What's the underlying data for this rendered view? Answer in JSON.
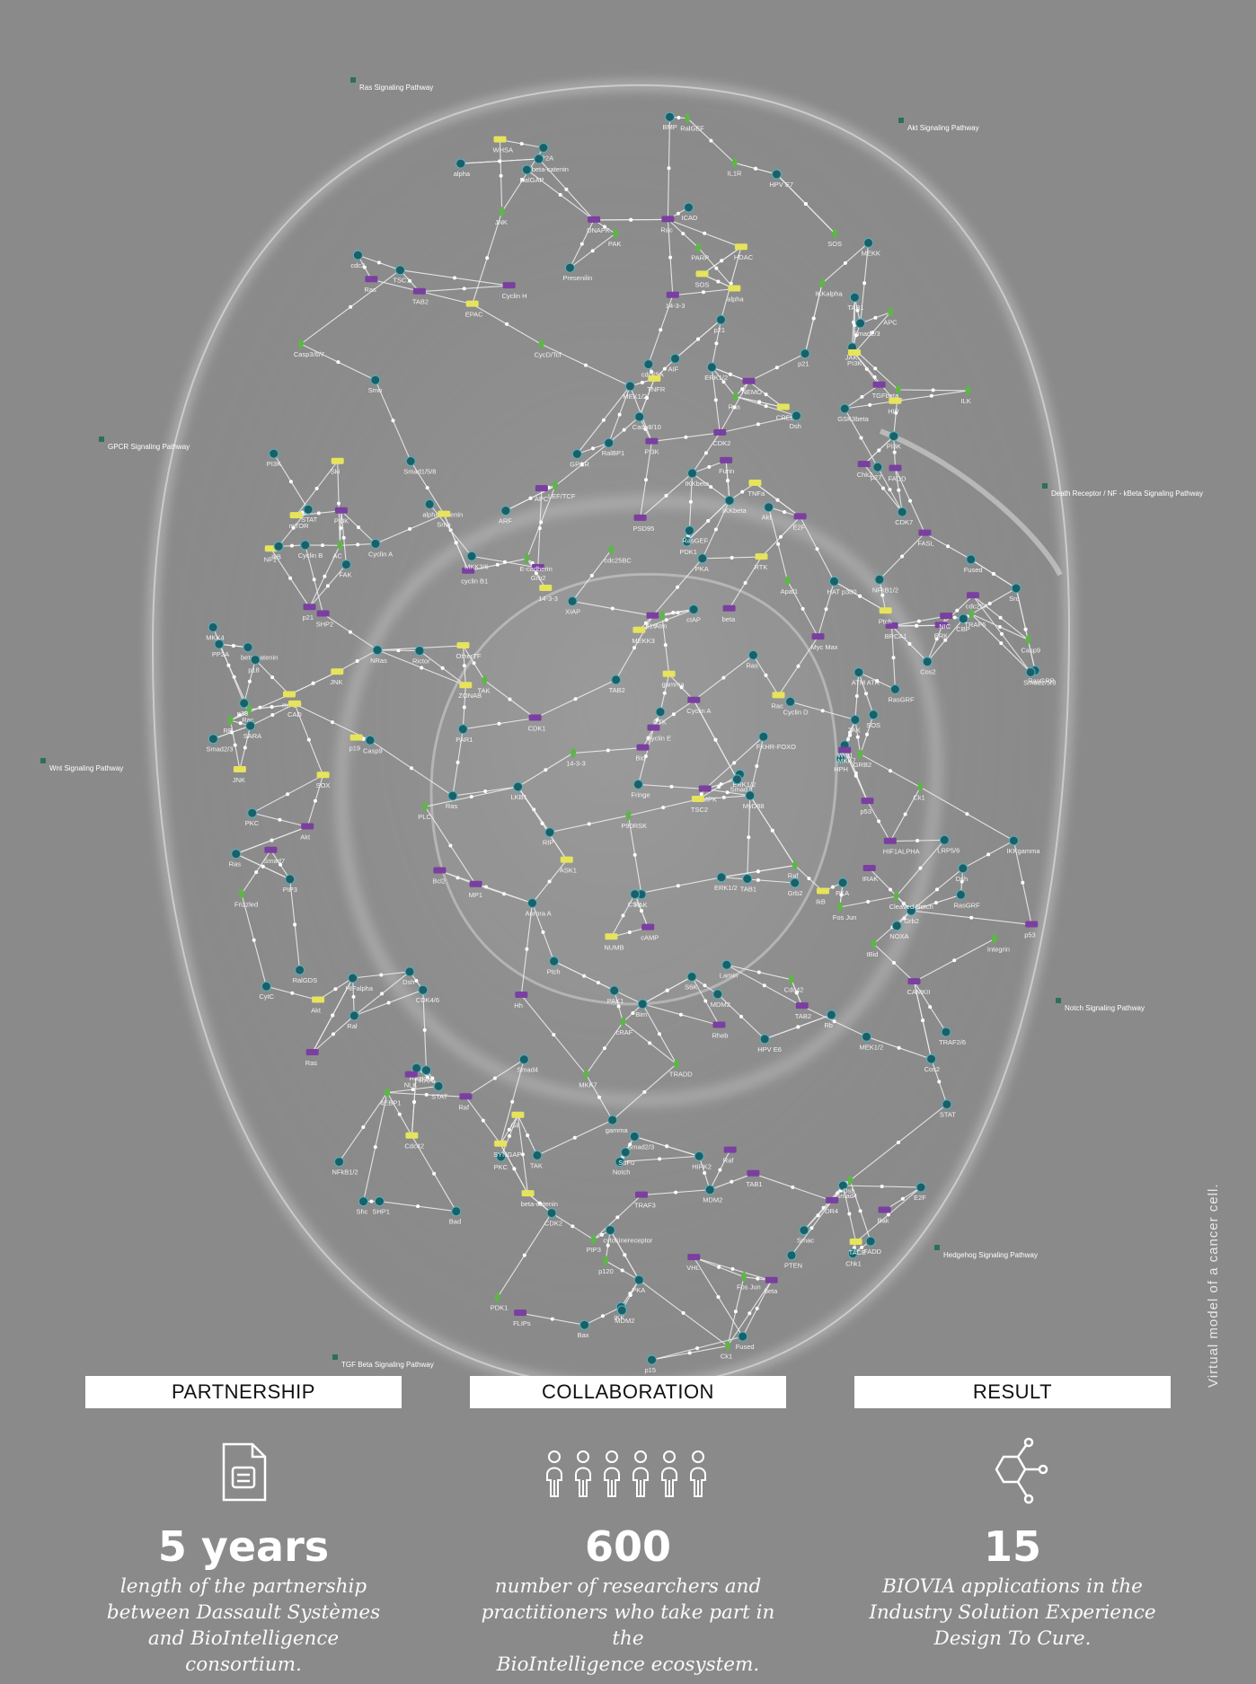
{
  "figure": {
    "pathway_labels": [
      "Ras Signaling Pathway",
      "Akt Signaling Pathway",
      "GPCR Signaling Pathway",
      "Wnt Signaling Pathway",
      "Notch Signaling Pathway",
      "Hedgehog Signaling Pathway",
      "TGF Beta Signaling Pathway",
      "Death Receptor / NF - kBeta Signaling Pathway"
    ],
    "node_labels": [
      "Integrin",
      "SOS",
      "Grb2",
      "FAK",
      "PI3K",
      "ILK",
      "RasGRF",
      "cytokinereceptor",
      "Rac",
      "SHP1",
      "JAK",
      "STAT",
      "STAT",
      "SHP2",
      "Grb2",
      "SOS",
      "Shc",
      "Ras",
      "RTK",
      "GRB2",
      "SOS",
      "Cdc42",
      "NF1",
      "RalGAP",
      "RalGDS",
      "RalBP1",
      "Ral",
      "PAK",
      "PAK",
      "Rac",
      "Cdc42",
      "Raf",
      "14-3-3",
      "14-3-3",
      "Raf",
      "RalGEF",
      "LKB1",
      "AMPK",
      "TSC2",
      "TSC1",
      "PDK1",
      "PDK1",
      "PI3K",
      "Grb2",
      "RTK",
      "PI3K",
      "PTEN",
      "PIP3",
      "Rheb",
      "mTOR",
      "Raptor",
      "mTOR",
      "Rictor",
      "4EBP1",
      "S6K",
      "PP2A",
      "PAK1",
      "cRAF",
      "14-3-3",
      "Bad",
      "Akt",
      "PKC",
      "PKA",
      "IKK",
      "MEKK",
      "p21",
      "p27",
      "Bax",
      "Bcl2",
      "XIAP",
      "Casp9",
      "NOXA",
      "MDM2",
      "GPCR",
      "alpha",
      "beta",
      "gamma",
      "AC",
      "cAMP",
      "EPAC",
      "PKA",
      "HPH",
      "VHL",
      "MEK1/2",
      "ERK1/2",
      "JNK",
      "MKK4",
      "P90RSK",
      "HIFalpha",
      "PSD95",
      "ERK1/2",
      "Fos Jun",
      "CREB",
      "ZONAB",
      "STAT",
      "FKHR-FOXO",
      "p53",
      "HIF1ALPHA",
      "RasGRF",
      "SYNGAP",
      "CAMKII",
      "Ras",
      "RasGRP",
      "NRas",
      "Raf",
      "MEK1/2",
      "ERK1/2",
      "MP1",
      "RasGEF",
      "PLC",
      "PKC",
      "beta",
      "gamma",
      "PI3K",
      "PIP3",
      "Akt",
      "alpha",
      "Rac",
      "PI3K",
      "Akt",
      "SOX",
      "RAR",
      "Ras",
      "Ras",
      "OtherTF",
      "Ck1",
      "Dsh",
      "PAR1",
      "Ck1",
      "GSK3beta",
      "PP2A",
      "beta-catenin",
      "APC",
      "Frizzled",
      "Wnt1",
      "WHSA",
      "LRP5/6",
      "Dsh",
      "E-cadherin",
      "p120",
      "Src",
      "alpha-catenin",
      "beta-catenin",
      "APC",
      "CBP",
      "CycD/Tcf",
      "LEF/TCF",
      "beta-catenin",
      "p16",
      "p18",
      "p15",
      "p19",
      "CDK4/6",
      "Cyclin D",
      "HPV E7",
      "Rb",
      "E2F",
      "RB",
      "cdc25A",
      "Cyclin E",
      "CDK2",
      "p21",
      "NFkB1/2",
      "IkB",
      "Atm",
      "ATM ATR",
      "DNAPK",
      "HIPK2",
      "Aurora A",
      "HPV E6",
      "BRCA1",
      "Chk1",
      "Chk2",
      "MDM2",
      "MDM2",
      "p53",
      "ARF",
      "CDK2",
      "Cyclin A",
      "CDK1",
      "Cyclin B",
      "cdc25A",
      "cdc25BC",
      "p21",
      "HDAC",
      "CSL",
      "NIC",
      "HAT p300",
      "Smad1/5/8",
      "Smad4",
      "Smad2/3",
      "Myc Max",
      "Fos Jun",
      "E2F",
      "cdc2",
      "Cyclin A",
      "CDK7",
      "Cyclin H",
      "cyclin B1",
      "NLK",
      "TAB1",
      "TAB2",
      "TAK",
      "Smad7",
      "BMP",
      "Smad2/3",
      "Smad4",
      "Smad1/5/8",
      "ERK",
      "Ras",
      "SARA",
      "Smad2/3",
      "TGFbeta",
      "Smad7",
      "p38",
      "MKK3/6",
      "JNK",
      "MKK7",
      "TAB1",
      "TAK",
      "TAB2",
      "Ski",
      "Dsh",
      "NIC",
      "NUMB",
      "Cleaved Notch",
      "TACE",
      "Furin",
      "Fringe",
      "Notch",
      "Presenilin",
      "Dsh",
      "HIP",
      "Ptch",
      "Smo",
      "Hh",
      "Ptch",
      "Smo",
      "Gli",
      "Fused",
      "SuFu",
      "PKA",
      "Cos2",
      "Fused",
      "Cos2",
      "Smac",
      "AIF",
      "CytC",
      "Apaf1",
      "Casp9",
      "FLIPs",
      "Bid",
      "tBid",
      "Bim",
      "cIAP",
      "Casp3/6/7",
      "Casp8/10",
      "ICAD",
      "CAD",
      "Lamin",
      "PARP",
      "FADD",
      "TRADD",
      "TNFR",
      "IKKalpha",
      "IKKbeta",
      "NEMO",
      "MEKK3",
      "RIP",
      "TRAF2/6",
      "TRAF3",
      "TAK",
      "TAB1",
      "TAB2",
      "IRAK",
      "TRAF6",
      "IL1R",
      "MyD88",
      "NFkB1/2",
      "IkB",
      "IKKgamma",
      "IKKbeta",
      "Bak",
      "JNK",
      "MKK7",
      "TNFa",
      "ASK1",
      "FASL",
      "FADD",
      "DR4",
      "Ras"
    ]
  },
  "caption": "Virtual model of a cancer cell.",
  "stats": [
    {
      "header": "PARTNERSHIP",
      "icon": "document-icon",
      "value": "5 years",
      "description_lines": [
        "length of the partnership",
        "between Dassault Systèmes",
        "and BioIntelligence consortium."
      ]
    },
    {
      "header": "COLLABORATION",
      "icon": "people-icon",
      "value": "600",
      "description_lines": [
        "number of researchers and",
        "practitioners who take part in the",
        "BioIntelligence ecosystem."
      ]
    },
    {
      "header": "RESULT",
      "icon": "molecule-icon",
      "value": "15",
      "description_lines": [
        "BIOVIA applications in the",
        "Industry Solution Experience",
        "Design To Cure."
      ]
    }
  ],
  "colors": {
    "background": "#8a8a8a",
    "node_teal": "#1c5f66",
    "node_purple": "#7a3fa0",
    "node_green": "#5fb54a",
    "node_yellow": "#e6e35c"
  }
}
